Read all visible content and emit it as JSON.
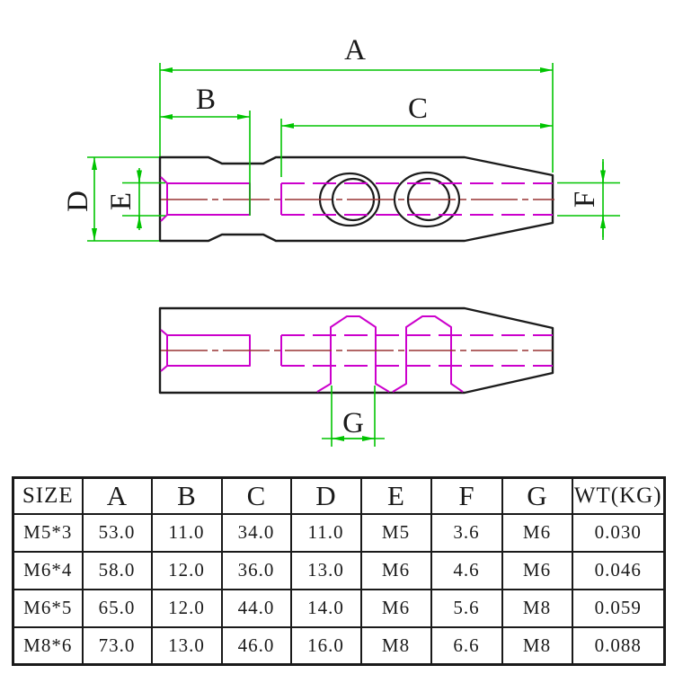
{
  "drawing": {
    "labels": {
      "a": "A",
      "b": "B",
      "c": "C",
      "d": "D",
      "e": "E",
      "f": "F",
      "g": "G"
    }
  },
  "table": {
    "headers": [
      "SIZE",
      "A",
      "B",
      "C",
      "D",
      "E",
      "F",
      "G",
      "WT(KG)"
    ],
    "rows": [
      [
        "M5*3",
        "53.0",
        "11.0",
        "34.0",
        "11.0",
        "M5",
        "3.6",
        "M6",
        "0.030"
      ],
      [
        "M6*4",
        "58.0",
        "12.0",
        "36.0",
        "13.0",
        "M6",
        "4.6",
        "M6",
        "0.046"
      ],
      [
        "M6*5",
        "65.0",
        "12.0",
        "44.0",
        "14.0",
        "M6",
        "5.6",
        "M8",
        "0.059"
      ],
      [
        "M8*6",
        "73.0",
        "13.0",
        "46.0",
        "16.0",
        "M8",
        "6.6",
        "M8",
        "0.088"
      ]
    ]
  },
  "colors": {
    "dimension": "#00c400",
    "thread": "#cc00cc",
    "centerline": "#993333",
    "outline": "#1c1c1c"
  }
}
